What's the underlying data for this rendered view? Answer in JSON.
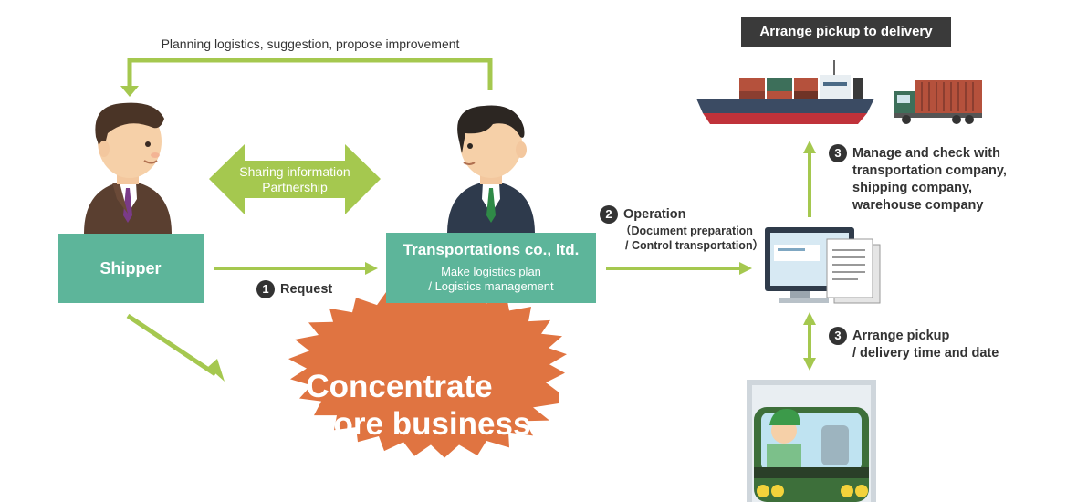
{
  "planning": {
    "label": "Planning logistics, suggestion, propose improvement"
  },
  "arrange_title": "Arrange pickup to delivery",
  "sharing": {
    "line1": "Sharing information",
    "line2": "Partnership"
  },
  "shipper": {
    "label": "Shipper"
  },
  "transport": {
    "title": "Transportations co., ltd.",
    "sub1": "Make logistics plan",
    "sub2": "/ Logistics management"
  },
  "request": {
    "num": "1",
    "label": "Request"
  },
  "operation": {
    "num": "2",
    "label": "Operation",
    "sub1": "（Document preparation",
    "sub2": "/ Control transportation）"
  },
  "manage": {
    "num": "3",
    "line1": "Manage and check with",
    "line2": "transportation  company,",
    "line3": "shipping company,",
    "line4": "warehouse company"
  },
  "arrange": {
    "num": "3",
    "line1": "Arrange pickup",
    "line2": "/ delivery time and date"
  },
  "core": {
    "line1": "Concentrate",
    "line2": "on core business"
  },
  "colors": {
    "green": "#5db59a",
    "arrow": "#a5c84f",
    "burst": "#e07441",
    "dark": "#3a3a3a"
  }
}
